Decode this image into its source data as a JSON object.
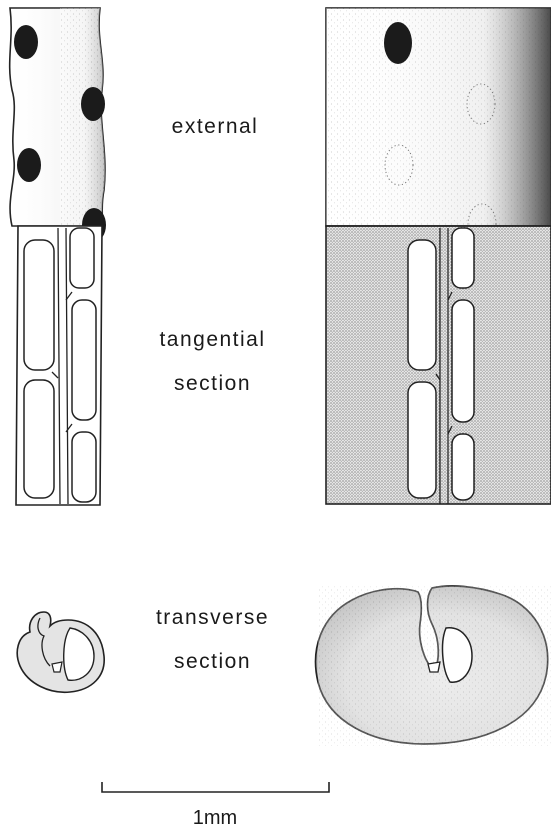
{
  "labels": {
    "external": "external",
    "tangential_1": "tangential",
    "tangential_2": "section",
    "transverse_1": "transverse",
    "transverse_2": "section"
  },
  "scale_bar": {
    "label": "1mm"
  }
}
